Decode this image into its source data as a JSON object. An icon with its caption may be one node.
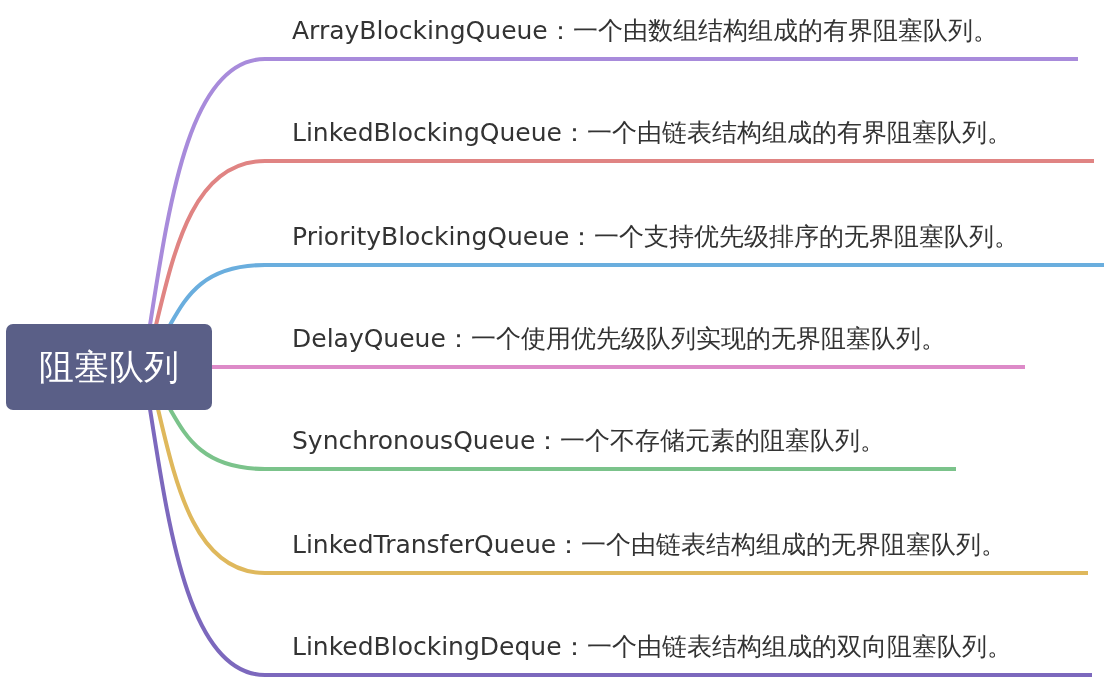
{
  "diagram": {
    "nodes": [
      {
        "text": [
          "阻塞队列"
        ]
      },
      {
        "text": [
          "ArrayBlockingQueue：一个由数组结构组成的有界阻塞队列。"
        ]
      },
      {
        "text": [
          "LinkedBlockingQueue：一个由链表结构组成的有界阻塞队列。"
        ]
      },
      {
        "text": [
          "PriorityBlockingQueue：一个支持优先级排序的无界阻塞队列。"
        ]
      },
      {
        "text": [
          "DelayQueue：一个使用优先级队列实现的无界阻塞队列。"
        ]
      },
      {
        "text": [
          "SynchronousQueue：一个不存储元素的阻塞队列。"
        ]
      },
      {
        "text": [
          "LinkedTransferQueue：一个由链表结构组成的无界阻塞队列。"
        ]
      },
      {
        "text": [
          "LinkedBlockingDeque：一个由链表结构组成的双向阻塞队列。"
        ]
      }
    ],
    "edges": [
      {
        "from": 0,
        "to": 1,
        "arrow": "none",
        "color": "#a88bdb"
      },
      {
        "from": 0,
        "to": 2,
        "arrow": "none",
        "color": "#e08483"
      },
      {
        "from": 0,
        "to": 3,
        "arrow": "none",
        "color": "#6aaede"
      },
      {
        "from": 0,
        "to": 4,
        "arrow": "none",
        "color": "#dd8ac8"
      },
      {
        "from": 0,
        "to": 5,
        "arrow": "none",
        "color": "#7bc38b"
      },
      {
        "from": 0,
        "to": 6,
        "arrow": "none",
        "color": "#dfb85c"
      },
      {
        "from": 0,
        "to": 7,
        "arrow": "none",
        "color": "#7c68bd"
      }
    ]
  }
}
